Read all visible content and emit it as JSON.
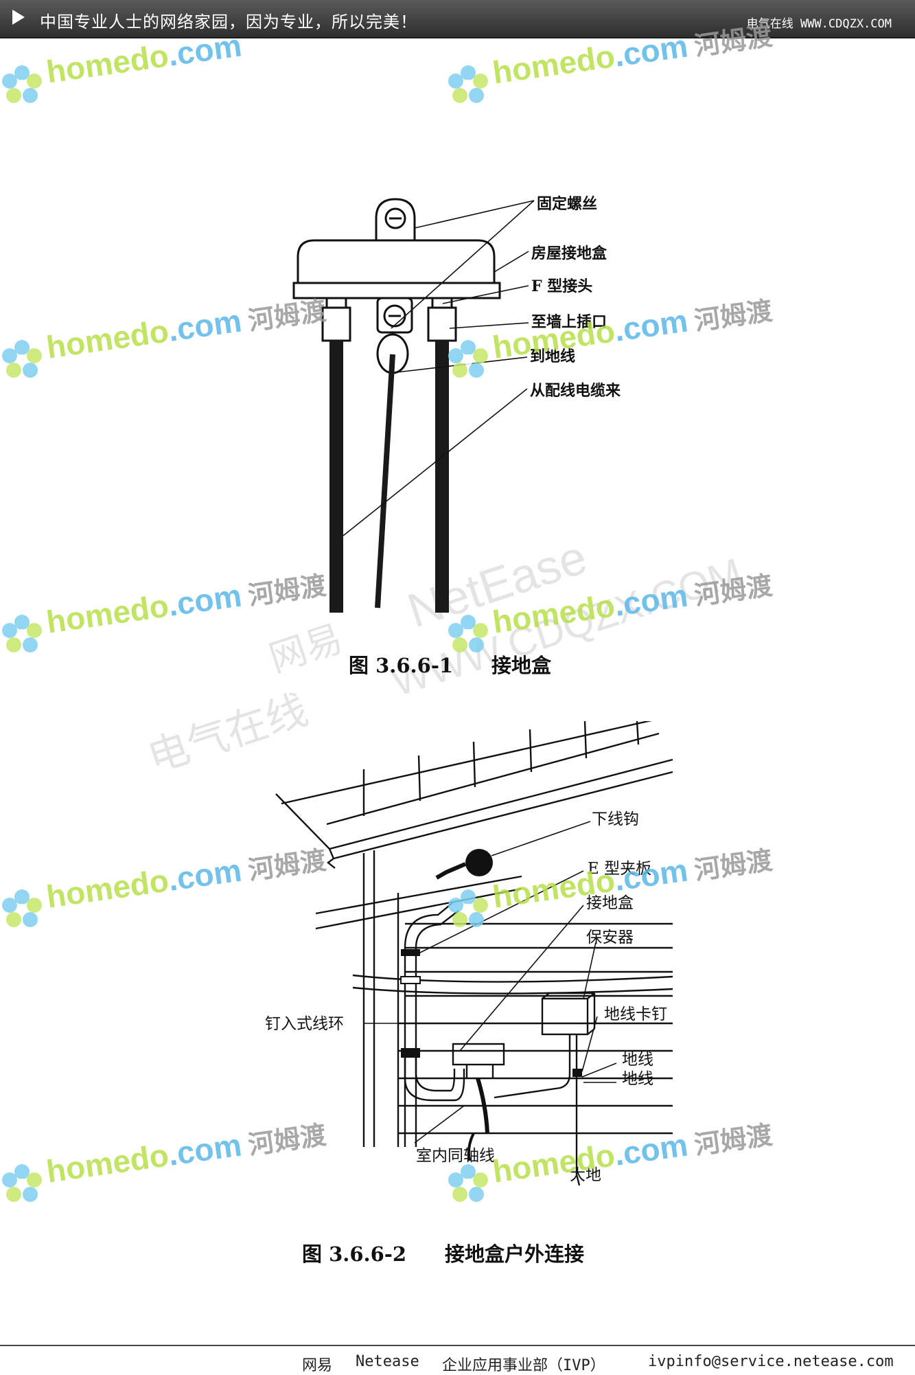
{
  "header": {
    "slogan": "中国专业人士的网络家园，因为专业，所以完美！",
    "site": "电气在线 WWW.CDQZX.COM"
  },
  "watermark": {
    "brand_a": "homedo",
    "brand_b": ".com",
    "brand_cn": "河姆渡",
    "netease": "NetEase",
    "netease_cn": "网易",
    "cdqzx": "WWW.CDQZX.COM",
    "dianqi": "电气在线"
  },
  "figure1": {
    "labels": [
      "固定螺丝",
      "房屋接地盒",
      "F 型接头",
      "至墙上插口",
      "到地线",
      "从配线电缆来"
    ],
    "caption_num": "图 3.6.6-1",
    "caption_title": "接地盒"
  },
  "figure2": {
    "labels": [
      "下线钩",
      "E 型夹板",
      "接地盒",
      "保安器",
      "地线卡钉",
      "地线",
      "地线",
      "钉入式线环",
      "室内同轴线",
      "大地"
    ],
    "caption_num": "图 3.6.6-2",
    "caption_title": "接地盒户外连接"
  },
  "footer": {
    "org": "网易",
    "org_en": "Netease",
    "dept": "企业应用事业部（IVP）",
    "email": "ivpinfo@service.netease.com"
  },
  "colors": {
    "bar": "#3a3a3a",
    "brand_green": "#b8e04a",
    "brand_blue": "#5ab8e8"
  }
}
